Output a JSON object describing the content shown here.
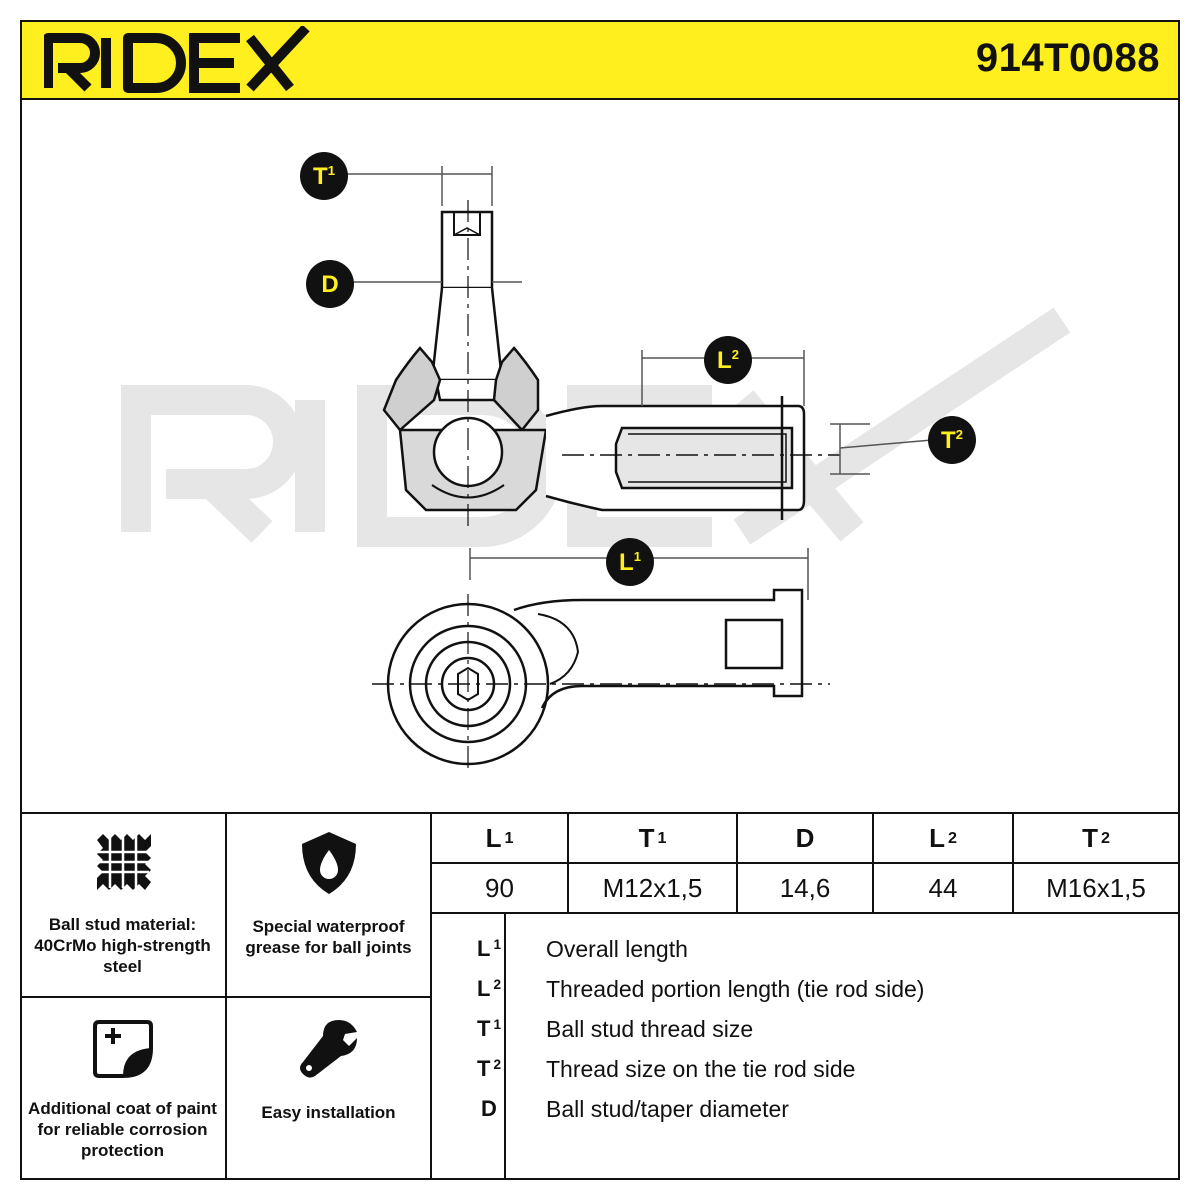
{
  "brand": {
    "name": "RIDEX",
    "accent_color": "#ffef1f"
  },
  "part_number": "914T0088",
  "drawing": {
    "labels": {
      "t1": {
        "main": "T",
        "sup": "1"
      },
      "d": {
        "main": "D",
        "sup": ""
      },
      "l2": {
        "main": "L",
        "sup": "2"
      },
      "t2": {
        "main": "T",
        "sup": "2"
      },
      "l1": {
        "main": "L",
        "sup": "1"
      }
    }
  },
  "features": [
    {
      "icon": "steel-mesh-icon",
      "text": "Ball stud material: 40CrMo high-strength steel"
    },
    {
      "icon": "waterproof-shield-icon",
      "text": "Special waterproof grease for ball joints"
    },
    {
      "icon": "paint-coat-icon",
      "text": "Additional coat of paint for reliable corrosion protection"
    },
    {
      "icon": "wrench-icon",
      "text": "Easy installation"
    }
  ],
  "specs": {
    "headers": [
      {
        "main": "L",
        "sup": "1"
      },
      {
        "main": "T",
        "sup": "1"
      },
      {
        "main": "D",
        "sup": ""
      },
      {
        "main": "L",
        "sup": "2"
      },
      {
        "main": "T",
        "sup": "2"
      }
    ],
    "values": [
      "90",
      "M12x1,5",
      "14,6",
      "44",
      "M16x1,5"
    ]
  },
  "legend": [
    {
      "main": "L",
      "sup": "1",
      "desc": "Overall length"
    },
    {
      "main": "L",
      "sup": "2",
      "desc": "Threaded portion length (tie rod side)"
    },
    {
      "main": "T",
      "sup": "1",
      "desc": "Ball stud thread size"
    },
    {
      "main": "T",
      "sup": "2",
      "desc": "Thread size on the tie rod side"
    },
    {
      "main": "D",
      "sup": "",
      "desc": "Ball stud/taper diameter"
    }
  ]
}
